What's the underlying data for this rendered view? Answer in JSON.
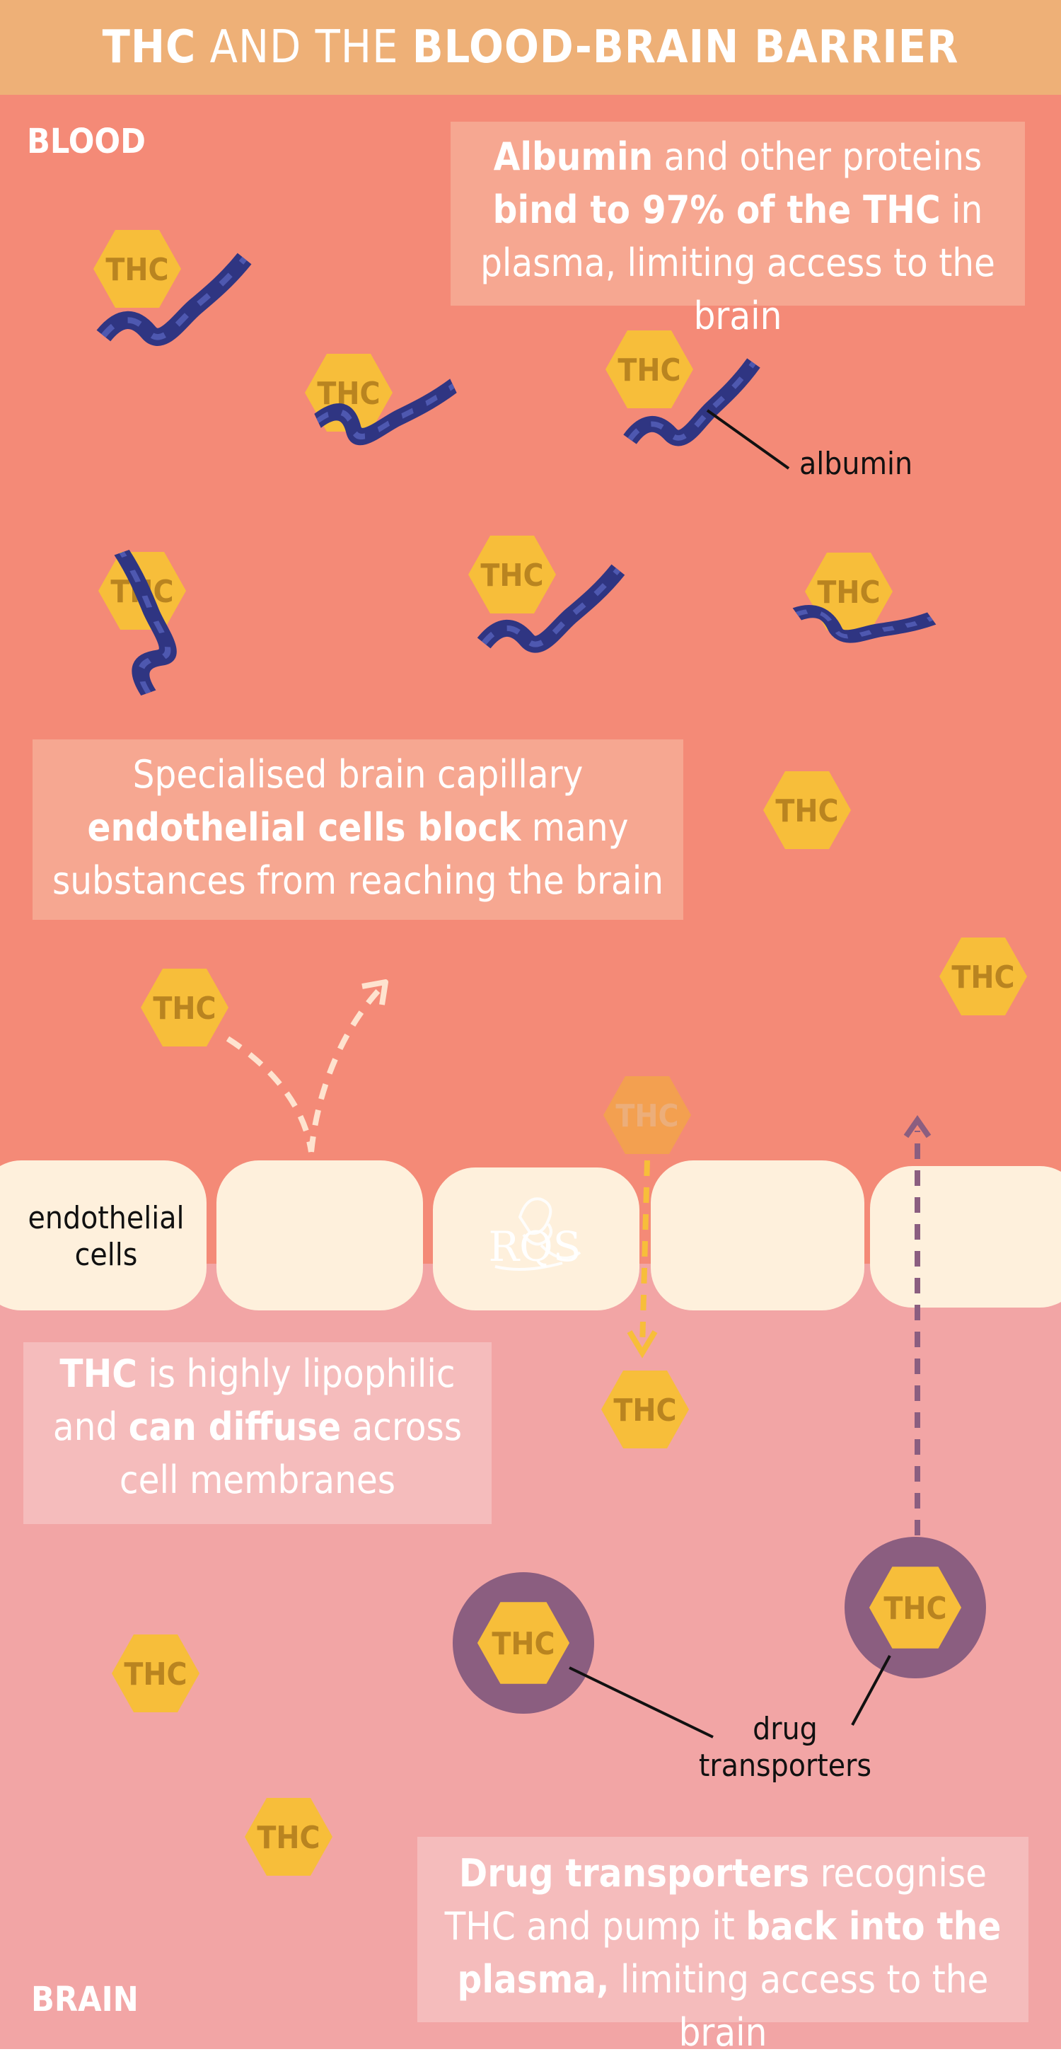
{
  "title": {
    "part1": "THC",
    "part2": " AND THE ",
    "part3": "BLOOD-BRAIN BARRIER"
  },
  "zones": {
    "blood": "BLOOD",
    "brain": "BRAIN"
  },
  "callout_albumin": {
    "b1": "Albumin",
    "t1": " and other proteins ",
    "b2": "bind to 97% of the THC",
    "t2": " in plasma, limiting access to the brain"
  },
  "callout_endothelial": {
    "t1": "Specialised brain capillary ",
    "b1": "endothelial cells block",
    "t2": " many substances from reaching the brain"
  },
  "callout_lipophilic": {
    "b1": "THC",
    "t1": " is highly lipophilic and ",
    "b2": "can diffuse",
    "t2": " across cell membranes"
  },
  "callout_transporters": {
    "b1": "Drug transporters",
    "t1": " recognise THC and pump it ",
    "b2": "back into the plasma,",
    "t2": " limiting access to the brain"
  },
  "labels": {
    "albumin": "albumin",
    "endothelial_line1": "endothelial",
    "endothelial_line2": "cells",
    "drug_line1": "drug",
    "drug_line2": "transporters",
    "watermark": "RQS"
  },
  "molecule": "THC",
  "colors": {
    "title_bar": "#EEB077",
    "blood": "#F48A77",
    "brain": "#F2A5A5",
    "thc_hex": "#F7BE3A",
    "thc_hex_faded": "#F3A050",
    "thc_text": "#B98420",
    "albumin_ribbon": "#2F3582",
    "cell": "#FEF0DC",
    "transporter": "#8B5E80"
  }
}
